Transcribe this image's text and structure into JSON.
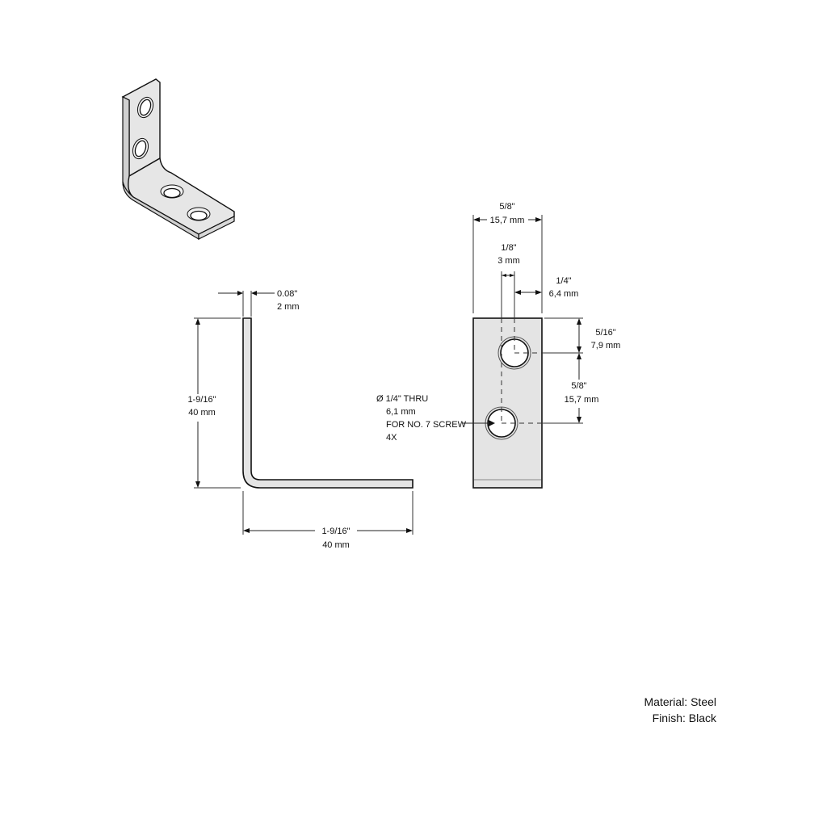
{
  "drawing": {
    "iso_view": {
      "label": "isometric-bracket"
    },
    "side_view": {
      "thickness": {
        "imperial": "0.08\"",
        "metric": "2 mm"
      },
      "height": {
        "imperial": "1-9/16\"",
        "metric": "40 mm"
      },
      "length": {
        "imperial": "1-9/16\"",
        "metric": "40 mm"
      }
    },
    "front_view": {
      "width": {
        "imperial": "5/8\"",
        "metric": "15,7 mm"
      },
      "hole_offset": {
        "imperial": "1/8\"",
        "metric": "3 mm"
      },
      "edge_to_hole": {
        "imperial": "1/4\"",
        "metric": "6,4 mm"
      },
      "top_to_hole": {
        "imperial": "5/16\"",
        "metric": "7,9 mm"
      },
      "hole_spacing": {
        "imperial": "5/8\"",
        "metric": "15,7 mm"
      },
      "hole_callout": {
        "line1": "Ø  1/4\" THRU",
        "line2": "6,1 mm",
        "line3": "FOR NO. 7 SCREW",
        "line4": "4X"
      }
    }
  },
  "notes": {
    "material": "Material: Steel",
    "finish": "Finish: Black"
  },
  "colors": {
    "part_fill": "#e4e4e4",
    "line": "#111111",
    "background": "#ffffff"
  }
}
